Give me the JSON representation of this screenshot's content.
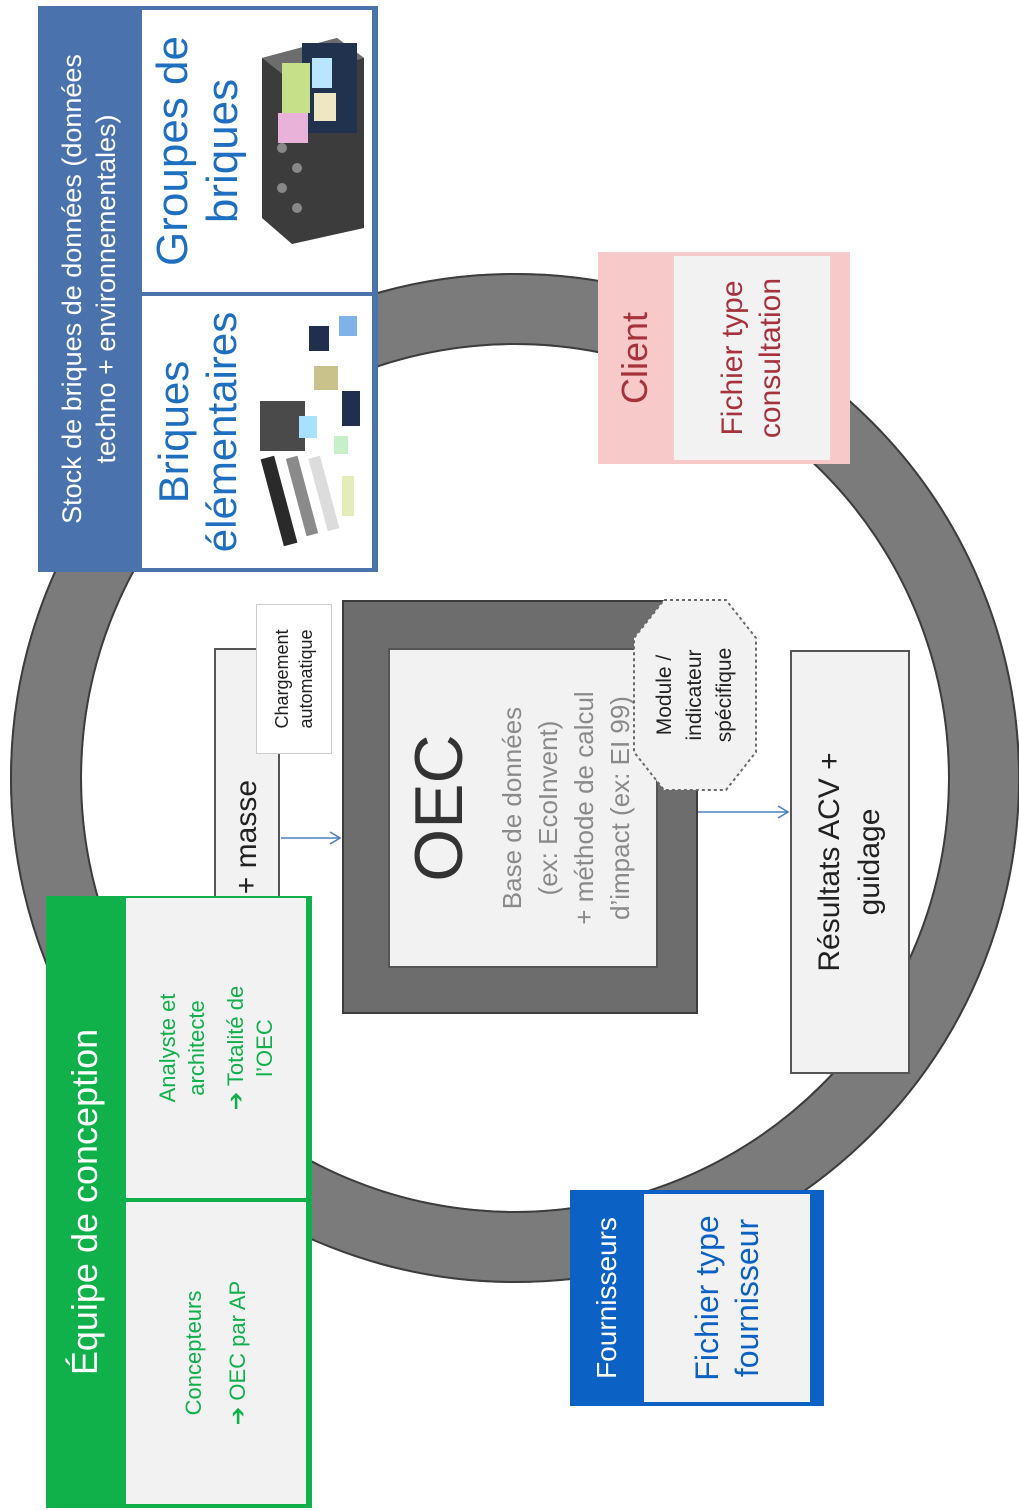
{
  "stock": {
    "title": "Stock de briques de données (données\ntechno + environnementales)",
    "groups_label": "Groupes de\nbriques",
    "elementary_label": "Briques\nélémentaires",
    "groups_image": "lego-brick-group-image",
    "elementary_image": "lego-elementary-bricks-image"
  },
  "client": {
    "title": "Client",
    "file": "Fichier type\nconsultation"
  },
  "flow": {
    "input": "AP + masse",
    "autoload": "Chargement\nautomatique",
    "oec_title": "OEC",
    "oec_desc": "Base de données\n(ex: EcoInvent)\n+ méthode de calcul\nd’impact (ex: EI 99)",
    "module": "Module /\nindicateur\nspécifique",
    "results": "Résultats ACV +\nguidage"
  },
  "team": {
    "title": "Équipe de conception",
    "designers_label": "Concepteurs",
    "designers_scope": "➔ OEC par AP",
    "analyst_label": "Analyste et\narchitecte",
    "analyst_scope": "➔ Totalité de\nl’OEC"
  },
  "suppliers": {
    "title": "Fournisseurs",
    "file": "Fichier type\nfournisseur"
  },
  "colors": {
    "ring": "#7b7b7b",
    "stock_blue": "#4a73ad",
    "brand_blue_text": "#1f6fc0",
    "client_pink": "#f8c9c9",
    "client_text": "#a6323c",
    "team_green": "#10b04a",
    "supplier_blue": "#0b62c4",
    "arrow": "#4f81bd"
  }
}
